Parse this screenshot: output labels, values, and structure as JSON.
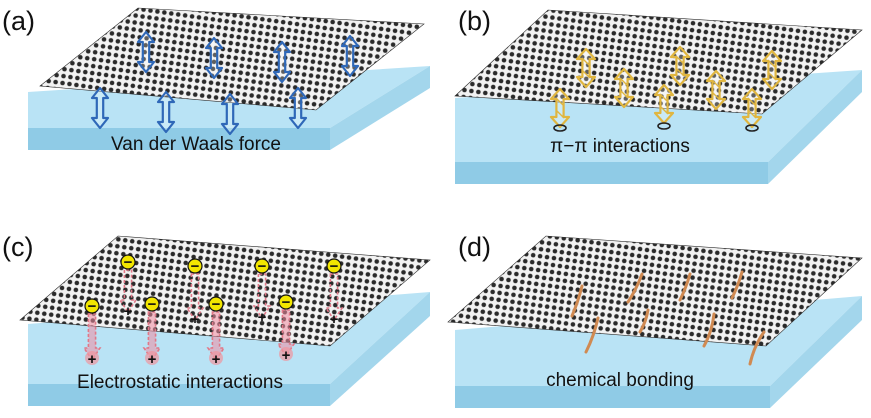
{
  "panels": [
    {
      "letter": "(a)",
      "caption": "Van der Waals force"
    },
    {
      "letter": "(b)",
      "caption": "π−π interactions"
    },
    {
      "letter": "(c)",
      "caption": "Electrostatic interactions"
    },
    {
      "letter": "(d)",
      "caption": "chemical bonding"
    }
  ],
  "charges": {
    "negative": "−",
    "positive": "+"
  },
  "colors": {
    "substrate_top": "#b9e3f5",
    "substrate_front": "#8fcbe6",
    "substrate_side": "#a3d6ec",
    "mesh": "#2c2c2c",
    "vdw_arrow": "#2f68b8",
    "pi_arrow": "#e0b640",
    "electrostatic_arrow": "#e07888",
    "negative_charge": "#f2e600",
    "bond": "#d08a52"
  }
}
